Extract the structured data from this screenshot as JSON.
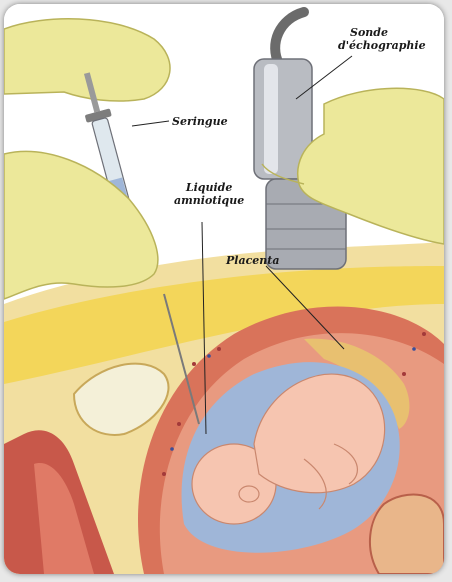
{
  "labels": {
    "sonde_line1": "Sonde",
    "sonde_line2": "d'échographie",
    "seringue": "Seringue",
    "liquide_line1": "Liquide",
    "liquide_line2": "amniotique",
    "placenta": "Placenta"
  },
  "colors": {
    "glove": "#ece89a",
    "skin": "#f2c9a8",
    "uterus_wall": "#d9735a",
    "amniotic_fluid": "#9fb6d8",
    "placenta": "#e8c070",
    "fat": "#f2d44a",
    "fetus": "#f6c5b0"
  }
}
